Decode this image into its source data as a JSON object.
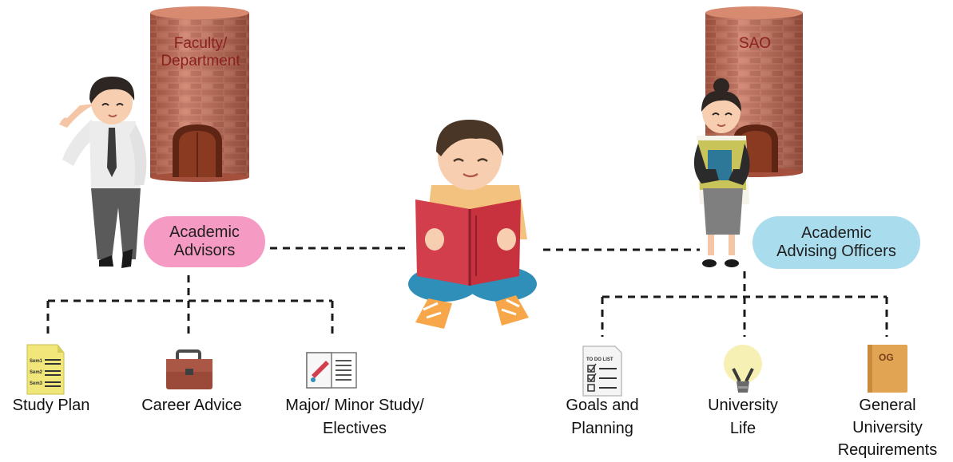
{
  "towers": {
    "left": {
      "line1": "Faculty/",
      "line2": "Department"
    },
    "right": {
      "line1": "SAO"
    }
  },
  "roles": {
    "left": {
      "line1": "Academic",
      "line2": "Advisors",
      "color": "#f49ac3"
    },
    "right": {
      "line1": "Academic",
      "line2": "Advising Officers",
      "color": "#a9dcec"
    }
  },
  "left_items": [
    {
      "label": "Study Plan",
      "icon": "study-plan-icon"
    },
    {
      "label": "Career  Advice",
      "icon": "briefcase-icon"
    },
    {
      "label_line1": "Major/ Minor Study/",
      "label_line2": "Electives",
      "icon": "brochure-icon"
    }
  ],
  "right_items": [
    {
      "label_line1": "Goals and",
      "label_line2": "Planning",
      "icon": "todo-list-icon"
    },
    {
      "label_line1": "University",
      "label_line2": "Life",
      "icon": "lightbulb-icon"
    },
    {
      "label_line1": "General",
      "label_line2": "University",
      "label_line3": "Requirements",
      "icon": "book-icon"
    }
  ],
  "icon_text": {
    "sem1": "Sem1",
    "sem2": "Sem2",
    "sem3": "Sem3",
    "todo": "TO DO LIST",
    "book_mark": "OG"
  },
  "colors": {
    "brick": "#b7614b",
    "mortar": "#e9b79c",
    "door": "#7a2e1c",
    "book": "#d23e4c",
    "jeans": "#2f8fb8",
    "dash": "#1a1a1a"
  }
}
